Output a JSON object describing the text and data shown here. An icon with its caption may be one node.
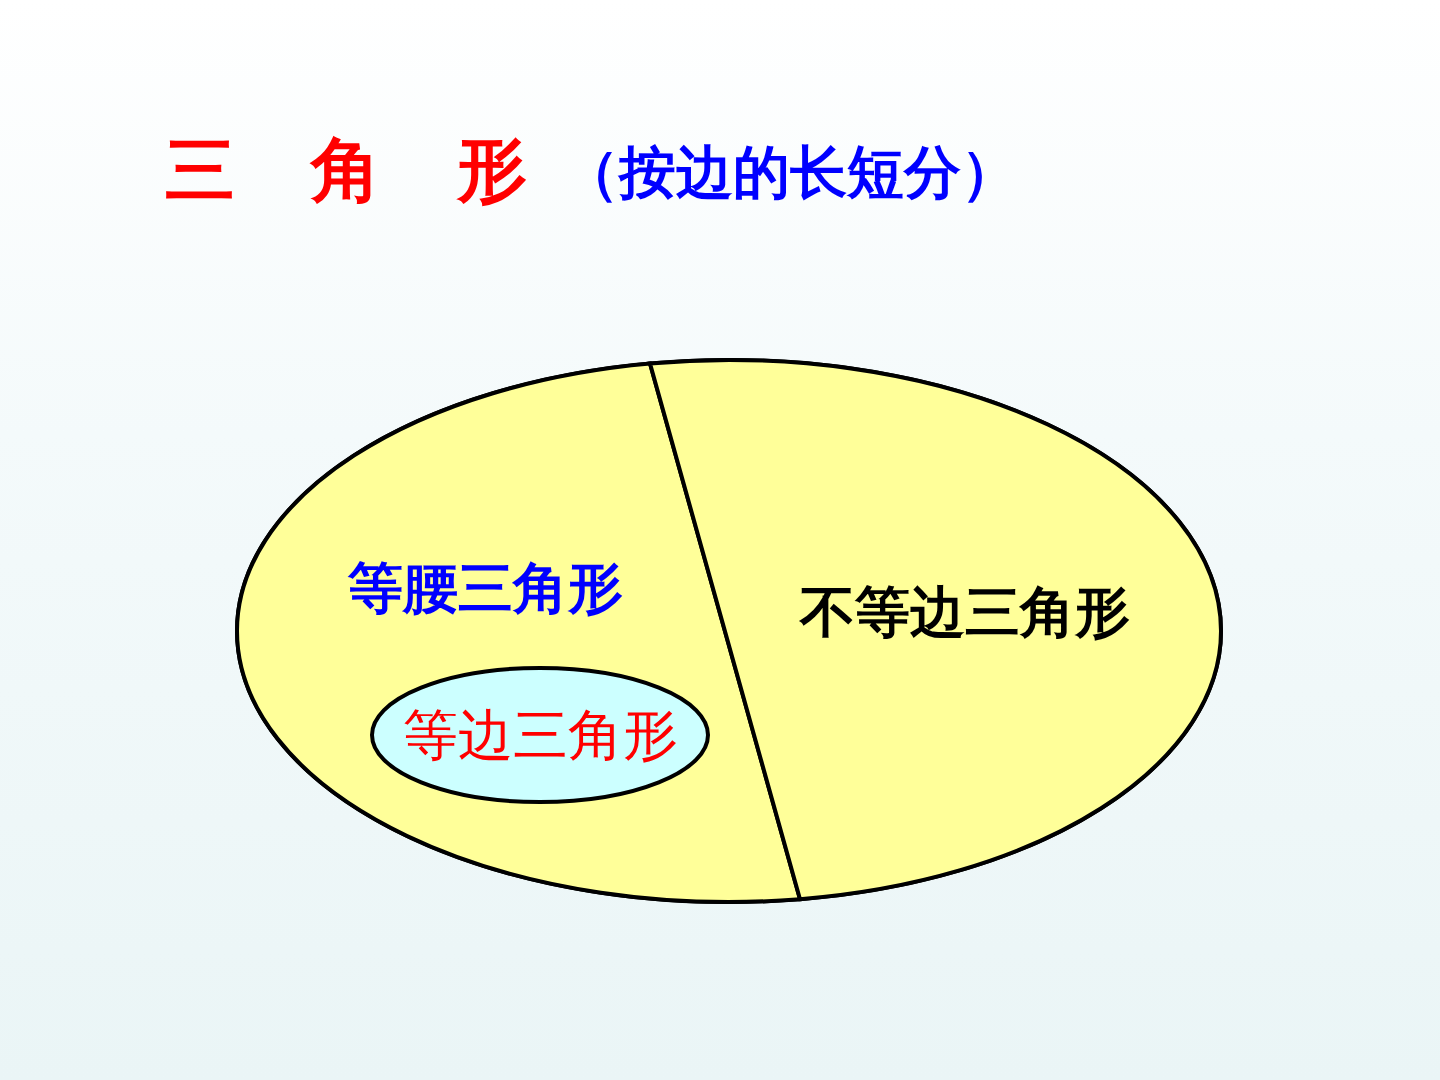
{
  "diagram": {
    "title": "三　角　形",
    "nodes": [
      {
        "text": [],
        "shape": "ellipse"
      },
      {
        "text": [
          "等腰三角形"
        ],
        "in": 0
      },
      {
        "text": [
          "等边三角形"
        ],
        "in": 1
      },
      {
        "text": [
          "不等边三角形"
        ],
        "in": 0
      }
    ],
    "labels": [
      "（按边的长短分）"
    ]
  }
}
